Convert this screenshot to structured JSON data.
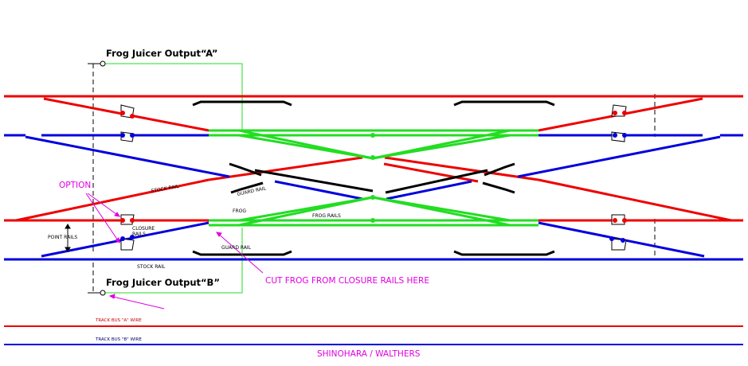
{
  "labels": {
    "frog_juicer_a": "Frog Juicer Output“A”",
    "frog_juicer_b": "Frog Juicer Output“B”",
    "option": "OPTION",
    "stock_rail_top": "STOCK RAIL",
    "guard_rail_center": "GUARD RAIL",
    "frog": "FROG",
    "frog_rails": "FROG RAILS",
    "closure_rails_1": "CLOSURE",
    "closure_rails_2": "RAILS",
    "point_rails": "POINT RAILS",
    "guard_rail_bottom": "GUARD RAIL",
    "stock_rail_bottom": "STOCK RAIL",
    "cut_frog": "CUT FROG FROM CLOSURE RAILS HERE",
    "track_bus_a": "TRACK BUS \"A\" WIRE",
    "track_bus_b": "TRACK BUS \"B\" WIRE",
    "credit": "SHINOHARA / WALTHERS"
  },
  "colors": {
    "rail_a": "#ee0000",
    "rail_b": "#0000dd",
    "frog": "#22dd22",
    "guard": "#000000",
    "annotation": "#e000e0"
  }
}
